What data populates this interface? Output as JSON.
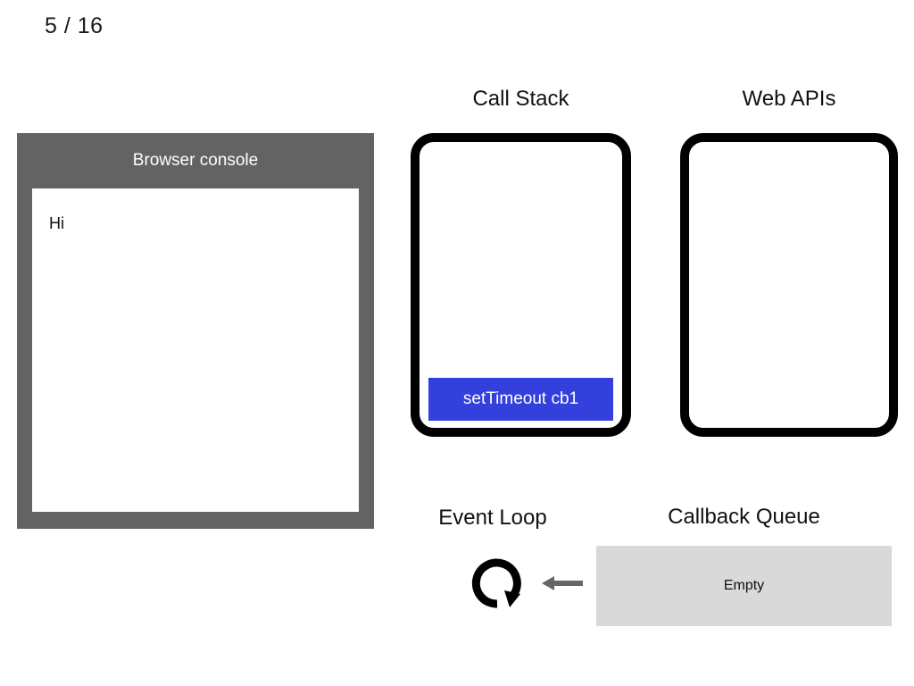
{
  "slide": {
    "counter": "5 / 16"
  },
  "console": {
    "title": "Browser console",
    "lines": [
      "Hi"
    ]
  },
  "call_stack": {
    "caption": "Call Stack",
    "frames": [
      "setTimeout cb1"
    ]
  },
  "web_apis": {
    "caption": "Web APIs",
    "items": []
  },
  "event_loop": {
    "caption": "Event Loop",
    "icon": "circular-arrow-icon",
    "arrow_icon": "arrow-left-icon"
  },
  "callback_queue": {
    "caption": "Callback Queue",
    "empty_label": "Empty",
    "items": []
  },
  "colors": {
    "stack_frame_blue": "#3340dc",
    "console_frame_gray": "#636363",
    "queue_gray": "#d9d9d9",
    "arrow_gray": "#666666",
    "outline_black": "#000000",
    "background": "#ffffff"
  }
}
